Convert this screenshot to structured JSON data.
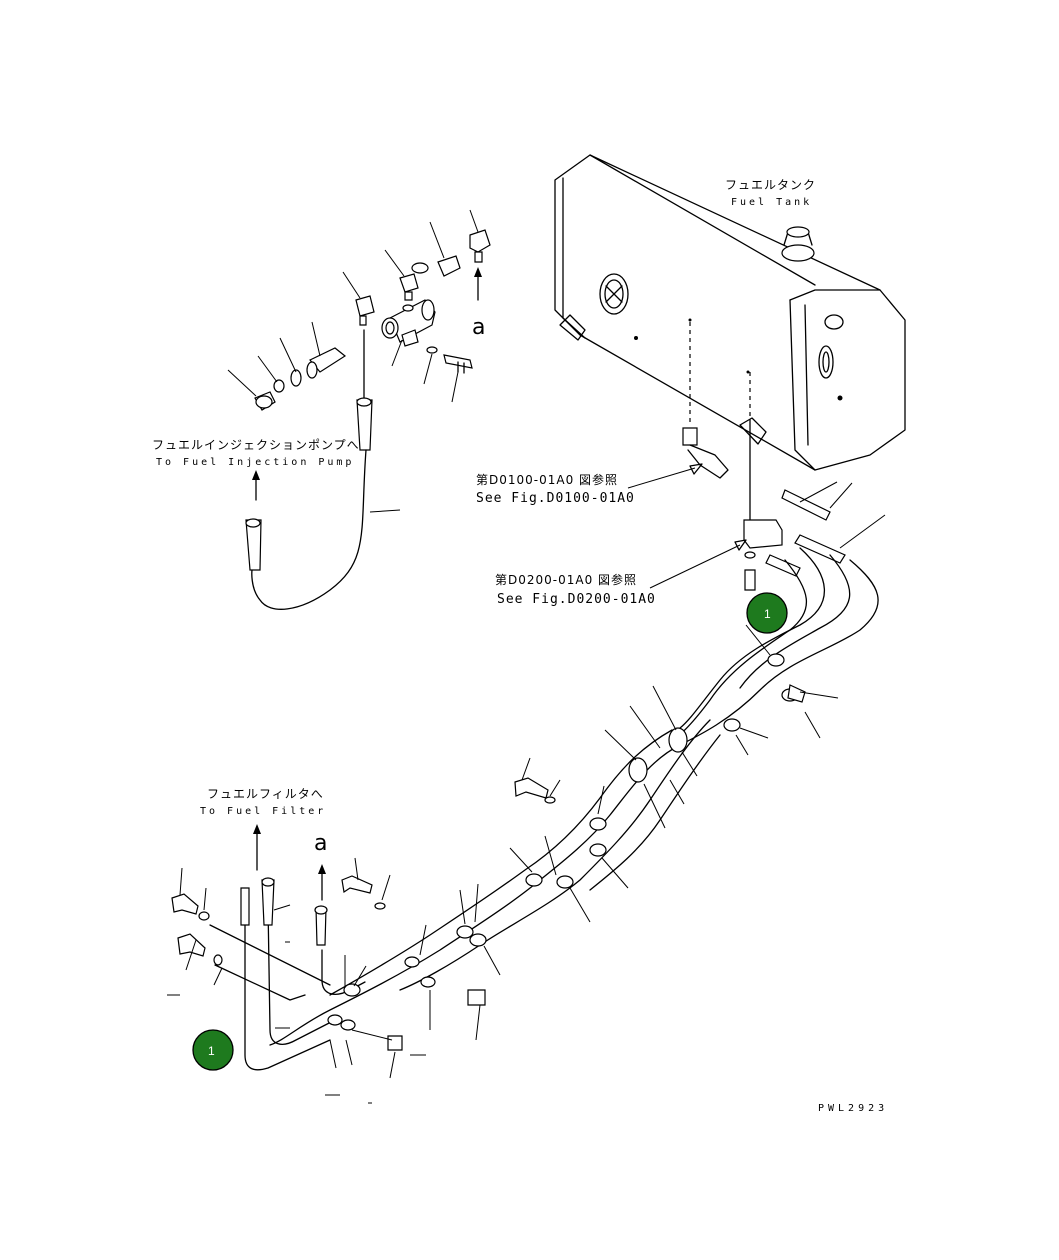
{
  "labels": {
    "fuel_tank_jp": "フュエルタンク",
    "fuel_tank_en": "Fuel Tank",
    "injection_pump_jp": "フュエルインジェクションポンプへ",
    "injection_pump_en": "To Fuel Injection Pump",
    "fuel_filter_jp": "フュエルフィルタへ",
    "fuel_filter_en": "To Fuel Filter",
    "ref1_jp": "第D0100-01A0 図参照",
    "ref1_en": "See Fig.D0100-01A0",
    "ref2_jp": "第D0200-01A0 図参照",
    "ref2_en": "See Fig.D0200-01A0",
    "view_a_top": "a",
    "view_a_bottom": "a",
    "drawing_code": "PWL2923"
  },
  "badges": [
    {
      "number": "1",
      "color": "#1e7a1e"
    },
    {
      "number": "1",
      "color": "#1e7a1e"
    }
  ]
}
